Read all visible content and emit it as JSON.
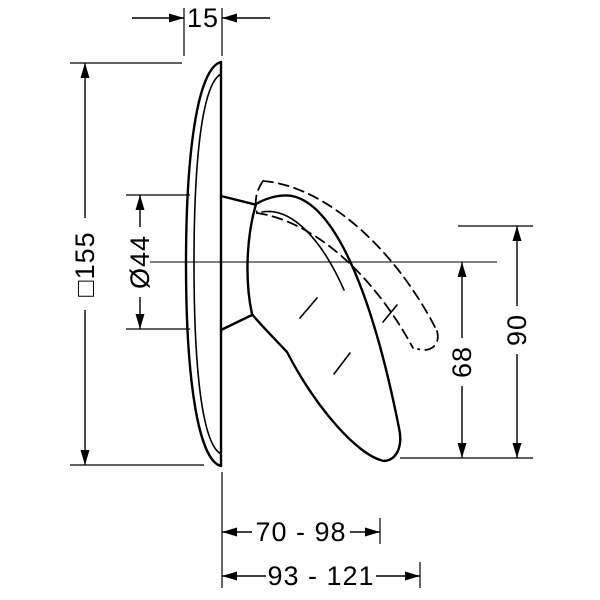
{
  "drawing": {
    "labels": {
      "thickness": "15",
      "plate": "□155",
      "diameter": "Ø44",
      "depth_total": "90",
      "depth_lower": "68",
      "range_inner": "70 - 98",
      "range_outer": "93 - 121"
    },
    "colors": {
      "line": "#000000",
      "background": "#ffffff"
    }
  }
}
